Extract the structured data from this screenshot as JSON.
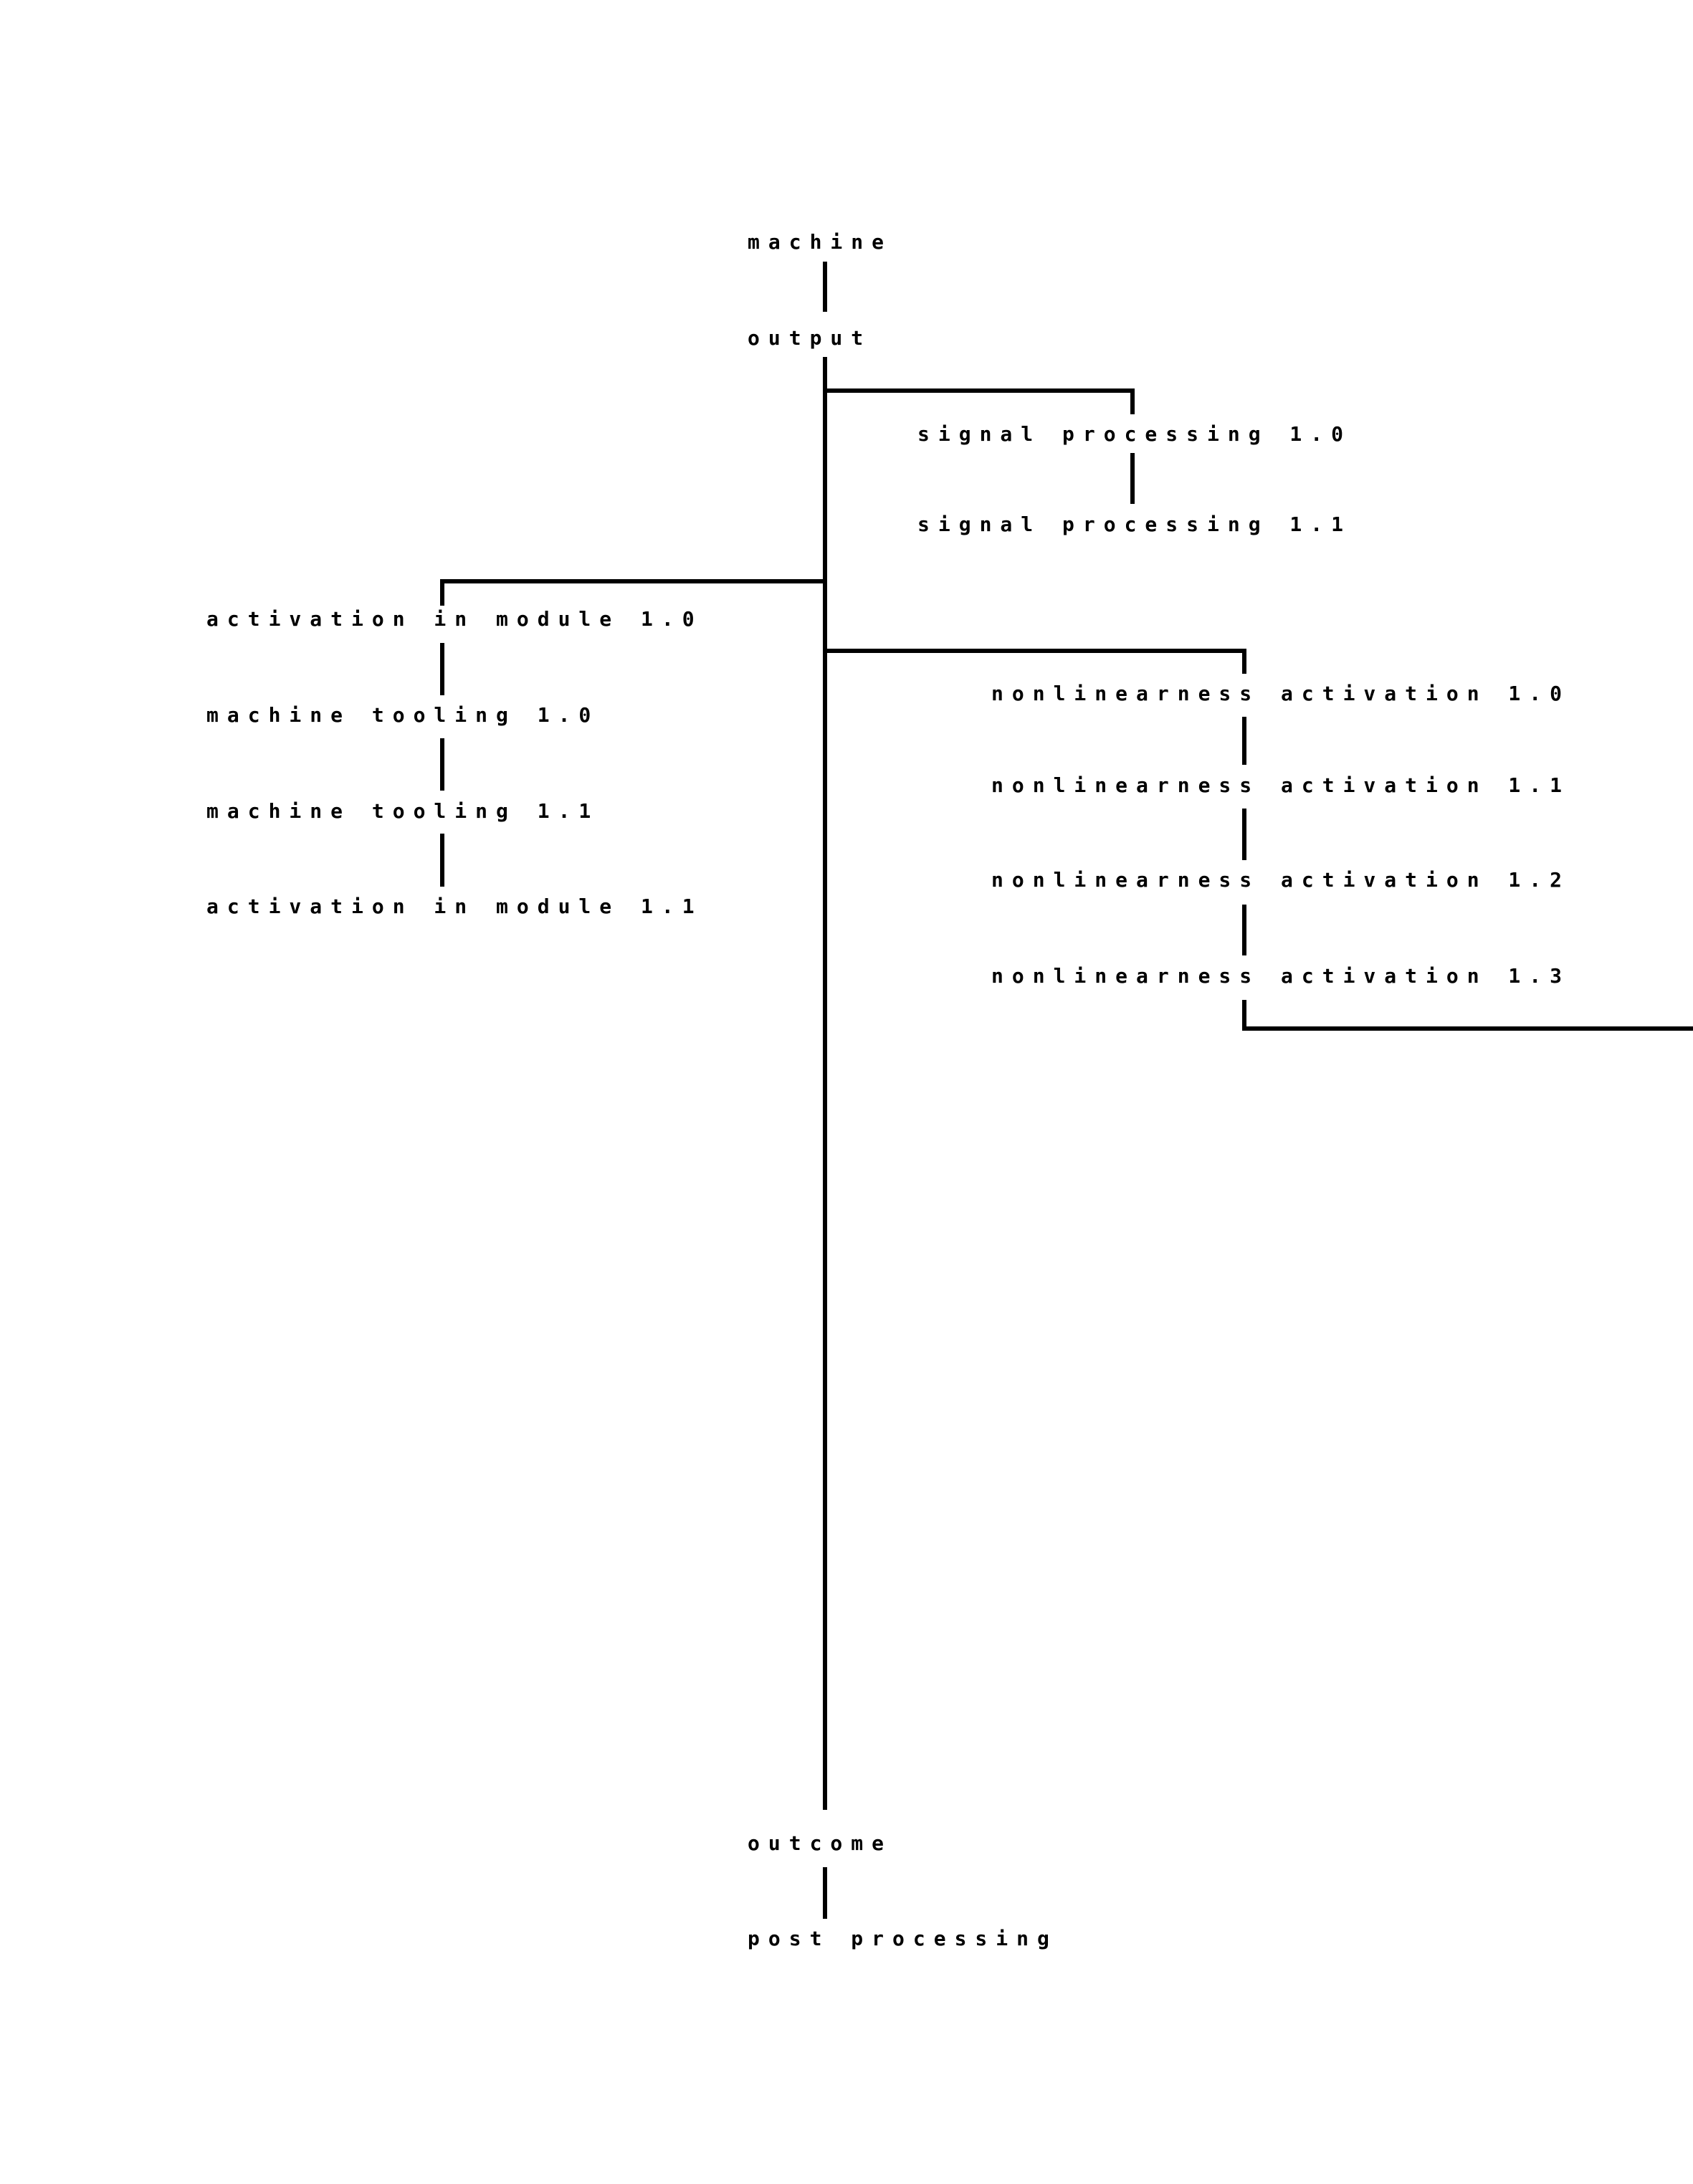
{
  "diagram": {
    "stroke_color": "#000000",
    "background": "#ffffff",
    "nodes": {
      "machine": "machine",
      "output": "output",
      "signal_0": "signal processing 1.0",
      "signal_1": "signal processing 1.1",
      "activation_0": "activation in module 1.0",
      "tooling_0": "machine tooling 1.0",
      "tooling_1": "machine tooling 1.1",
      "activation_1": "activation in module 1.1",
      "nonlinear_0": "nonlinearness activation 1.0",
      "nonlinear_1": "nonlinearness activation 1.1",
      "nonlinear_2": "nonlinearness activation 1.2",
      "nonlinear_3": "nonlinearness activation 1.3",
      "outcome": "outcome",
      "post": "post processing"
    }
  }
}
